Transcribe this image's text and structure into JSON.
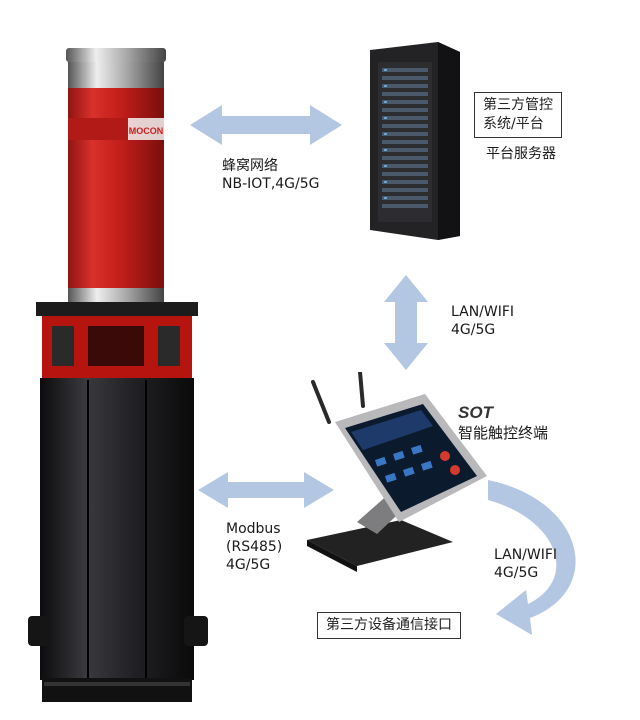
{
  "bollard": {
    "brand_text": "MOCON"
  },
  "cellular_link": {
    "line1": "蜂窝网络",
    "line2": "NB-IOT,4G/5G"
  },
  "platform": {
    "box_line1": "第三方管控",
    "box_line2": "系统/平台",
    "server_label": "平台服务器"
  },
  "lan_link": {
    "line1": "LAN/WIFI",
    "line2": "4G/5G"
  },
  "terminal": {
    "brand": "SOT",
    "label": "智能触控终端"
  },
  "modbus_link": {
    "line1": "Modbus",
    "line2": "(RS485)",
    "line3": "4G/5G"
  },
  "lan_link_2": {
    "line1": "LAN/WIFI",
    "line2": "4G/5G"
  },
  "device_interface": {
    "label": "第三方设备通信接口"
  },
  "colors": {
    "arrow": "#b3c7e3",
    "bollard_red": "#c8201e",
    "bollard_black": "#1e1e20"
  }
}
